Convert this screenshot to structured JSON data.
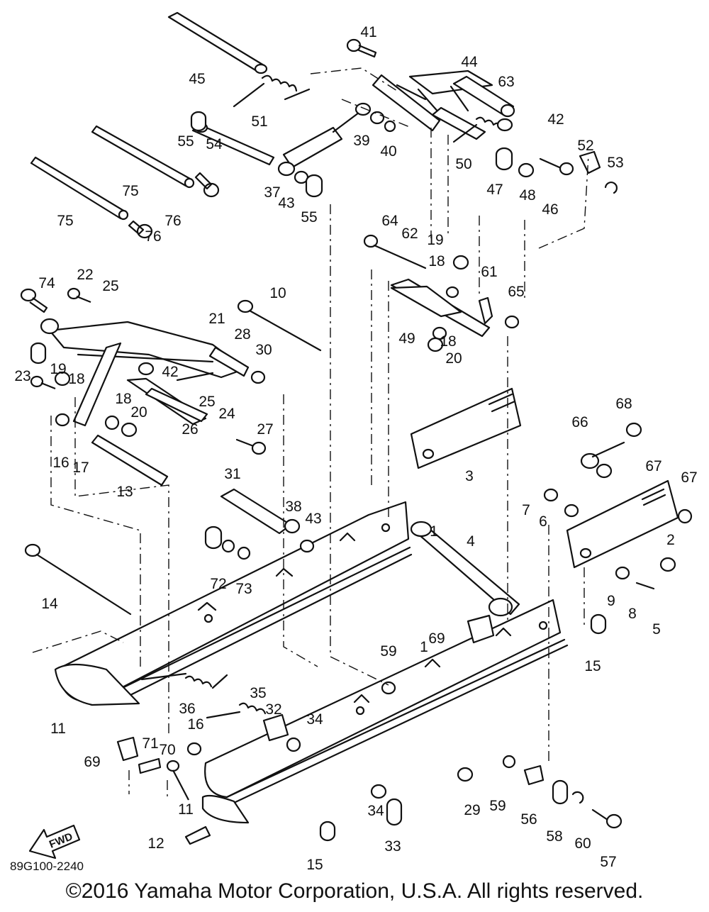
{
  "diagram": {
    "code": "89G100-2240",
    "copyright": "©2016 Yamaha Motor Corporation, U.S.A. All rights reserved.",
    "fwd_label": "FWD",
    "callouts": [
      "41",
      "44",
      "63",
      "45",
      "51",
      "42",
      "55",
      "54",
      "39",
      "40",
      "52",
      "53",
      "50",
      "75",
      "37",
      "43",
      "55",
      "47",
      "48",
      "46",
      "76",
      "75",
      "76",
      "64",
      "62",
      "19",
      "18",
      "61",
      "65",
      "74",
      "22",
      "25",
      "10",
      "21",
      "28",
      "30",
      "49",
      "18",
      "20",
      "23",
      "19",
      "18",
      "42",
      "25",
      "24",
      "18",
      "20",
      "26",
      "27",
      "66",
      "68",
      "16",
      "17",
      "3",
      "13",
      "67",
      "31",
      "67",
      "38",
      "43",
      "1",
      "7",
      "6",
      "4",
      "2",
      "72",
      "73",
      "14",
      "9",
      "8",
      "5",
      "69",
      "15",
      "59",
      "1",
      "36",
      "35",
      "32",
      "34",
      "16",
      "11",
      "69",
      "71",
      "70",
      "29",
      "59",
      "56",
      "11",
      "34",
      "33",
      "58",
      "60",
      "57",
      "12",
      "15"
    ]
  }
}
